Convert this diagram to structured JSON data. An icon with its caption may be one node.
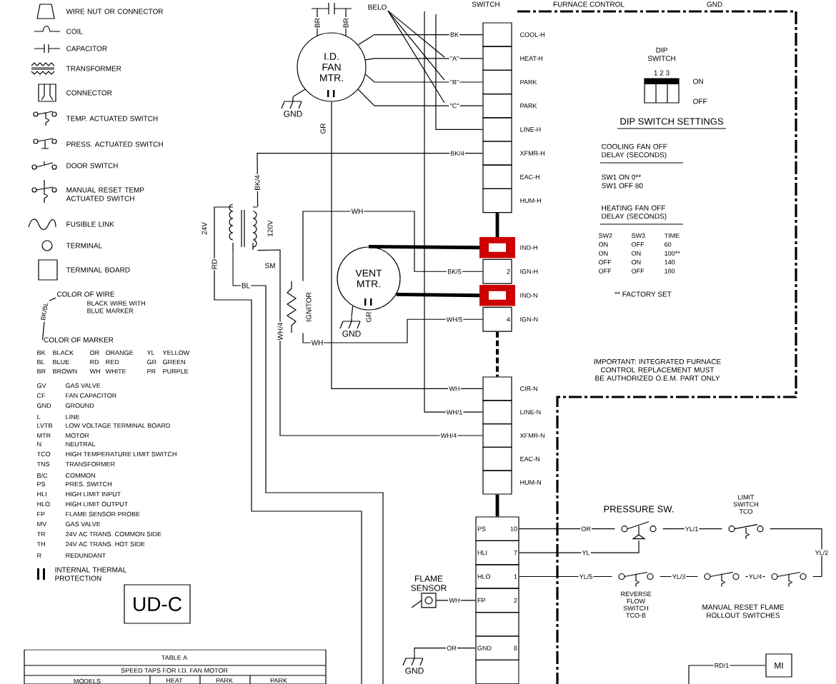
{
  "diagram": {
    "nodes": [
      {
        "text": [
          "I.D. FAN MTR."
        ],
        "beside": [
          "BR",
          "BR"
        ]
      },
      {
        "text": [],
        "shape": "box",
        "beside": [
          "COOL-H"
        ]
      },
      {
        "text": [],
        "shape": "box",
        "beside": [
          "HEAT-H"
        ]
      },
      {
        "text": [],
        "shape": "box",
        "beside": [
          "PARK"
        ]
      },
      {
        "text": [],
        "shape": "box",
        "beside": [
          "PARK"
        ]
      },
      {
        "text": [],
        "shape": "box",
        "beside": [
          "LINE-H"
        ]
      },
      {
        "text": [],
        "shape": "box",
        "beside": [
          "XFMR-H"
        ]
      },
      {
        "text": [],
        "shape": "box",
        "beside": [
          "EAC-H"
        ]
      },
      {
        "text": [],
        "shape": "box",
        "beside": [
          "HUM-H"
        ]
      },
      {
        "text": [],
        "shape": "box",
        "beside": [
          "IND-H"
        ]
      },
      {
        "text": [
          "2"
        ],
        "beside": [
          "IGN-H"
        ]
      },
      {
        "text": [],
        "shape": "box",
        "beside": [
          "IND-N"
        ]
      },
      {
        "text": [
          "4"
        ],
        "beside": [
          "IGN-N"
        ]
      },
      {
        "text": [],
        "shape": "box",
        "beside": [
          "CIR-N"
        ]
      },
      {
        "text": [],
        "shape": "box",
        "beside": [
          "LINE-N"
        ]
      },
      {
        "text": [],
        "shape": "box",
        "beside": [
          "XFMR-N"
        ]
      },
      {
        "text": [],
        "shape": "box",
        "beside": [
          "EAC-N"
        ]
      },
      {
        "text": [],
        "shape": "box",
        "beside": [
          "HUM-N"
        ]
      },
      {
        "text": [
          "PS",
          "10"
        ]
      },
      {
        "text": [
          "HLI",
          "7"
        ]
      },
      {
        "text": [
          "HLO",
          "1"
        ]
      },
      {
        "text": [
          "FP",
          "2"
        ]
      },
      {
        "text": [],
        "shape": "box"
      },
      {
        "text": [
          "GND",
          "8"
        ]
      },
      {
        "text": [],
        "shape": "box"
      },
      {
        "text": [
          "VENT MTR."
        ]
      },
      {
        "text": [
          "IGNITOR"
        ]
      },
      {
        "text": [],
        "shape": "coil"
      },
      {
        "text": [
          "FLAME SENSOR"
        ]
      },
      {
        "text": [
          "GND"
        ]
      },
      {
        "text": [
          "PRESSURE SW."
        ]
      },
      {
        "text": [
          "LIMIT SWITCH TCO"
        ]
      },
      {
        "text": [
          "REVERSE FLOW SWITCH TCO-B"
        ]
      },
      {
        "text": [],
        "shape": "switch"
      },
      {
        "text": [],
        "shape": "switch"
      },
      {
        "text": [
          "MI"
        ]
      },
      {
        "text": [
          "UD-C"
        ]
      },
      {
        "text": [
          "BELO"
        ]
      },
      {
        "text": [
          "GND"
        ]
      },
      {
        "text": [
          "GND"
        ]
      },
      {
        "text": [
          "COLOR OF WIRE"
        ]
      },
      {
        "text": [
          "COLOR OF MARKER"
        ]
      },
      {
        "text": [
          "BK/BL"
        ]
      }
    ],
    "edges": [
      {
        "from": 0,
        "to": 1,
        "arrow": "none",
        "label": "BK"
      },
      {
        "from": 0,
        "to": 2,
        "arrow": "none",
        "label": "\"A\""
      },
      {
        "from": 0,
        "to": 3,
        "arrow": "none",
        "label": "\"B\""
      },
      {
        "from": 0,
        "to": 4,
        "arrow": "none",
        "label": "\"C\""
      },
      {
        "from": null,
        "to": 5,
        "arrow": "none"
      },
      {
        "from": 27,
        "to": 6,
        "arrow": "none",
        "label": "BK/4"
      },
      {
        "from": 25,
        "to": 9,
        "arrow": "none",
        "style": "thick"
      },
      {
        "from": 26,
        "to": 10,
        "arrow": "none",
        "label": "BK/5"
      },
      {
        "from": 25,
        "to": 11,
        "arrow": "none",
        "style": "thick"
      },
      {
        "from": 26,
        "to": 12,
        "arrow": "none",
        "label": "WH/5"
      },
      {
        "from": 0,
        "to": 13,
        "arrow": "none",
        "label": "WH"
      },
      {
        "from": null,
        "to": 14,
        "arrow": "none",
        "label": "WH/1"
      },
      {
        "from": 27,
        "to": 15,
        "arrow": "none",
        "label": "WH/4"
      },
      {
        "from": 18,
        "to": 30,
        "arrow": "none",
        "label": "OR"
      },
      {
        "from": 19,
        "to": 30,
        "arrow": "none",
        "label": "YL"
      },
      {
        "from": 30,
        "to": 31,
        "arrow": "none",
        "label": "YL/1"
      },
      {
        "from": 31,
        "to": 34,
        "arrow": "none",
        "label": "YL/2"
      },
      {
        "from": 33,
        "to": 34,
        "arrow": "none",
        "label": "YL/4"
      },
      {
        "from": 32,
        "to": 33,
        "arrow": "none",
        "label": "YL/3"
      },
      {
        "from": 20,
        "to": 32,
        "arrow": "none",
        "label": "YL/5"
      },
      {
        "from": 28,
        "to": 21,
        "arrow": "none",
        "label": "WH"
      },
      {
        "from": 29,
        "to": 23,
        "arrow": "none",
        "label": "OR"
      },
      {
        "from": null,
        "to": 35,
        "arrow": "none",
        "label": "RD/1"
      },
      {
        "from": 0,
        "to": 38,
        "arrow": "none"
      },
      {
        "from": 25,
        "to": 39,
        "arrow": "none"
      },
      {
        "from": 37,
        "to": null,
        "arrow": "none"
      },
      {
        "from": 37,
        "to": null,
        "arrow": "none"
      },
      {
        "from": 37,
        "to": null,
        "arrow": "none"
      },
      {
        "from": 40,
        "to": 42,
        "arrow": "none"
      },
      {
        "from": 41,
        "to": 42,
        "arrow": "none"
      },
      {
        "from": 8,
        "to": 9,
        "arrow": "none",
        "style": "thick"
      },
      {
        "from": 12,
        "to": 13,
        "arrow": "none",
        "style": "dashed"
      },
      {
        "from": 17,
        "to": 18,
        "arrow": "none",
        "style": "thick"
      }
    ],
    "labels": [
      "GR",
      "BK/4",
      "WH",
      "24V",
      "120V",
      "RD",
      "SM",
      "BL",
      "GR",
      "WH/4",
      "WH",
      "SWITCH",
      "FURNACE CONTROL",
      "GND",
      "DIP SWITCH",
      "1 2 3",
      "ON",
      "OFF",
      "DIP SWITCH SETTINGS",
      "COOLING FAN OFF DELAY (SECONDS)",
      "SW1 ON 0**",
      "SW1 OFF 80",
      "HEATING FAN OFF DELAY (SECONDS)",
      "SW2",
      "SW3",
      "TIME",
      "ON",
      "OFF",
      "60",
      "ON",
      "ON",
      "100**",
      "OFF",
      "ON",
      "140",
      "OFF",
      "OFF",
      "180",
      "** FACTORY SET",
      "IMPORTANT: INTEGRATED FURNACE CONTROL REPLACEMENT MUST BE AUTHORIZED O.E.M. PART ONLY",
      "MANUAL RESET FLAME ROLLOUT SWITCHES",
      "BLACK WIRE WITH BLUE MARKER",
      "BK",
      "BLACK",
      "OR",
      "ORANGE",
      "YL",
      "YELLOW",
      "BL",
      "BLUE",
      "RD",
      "RED",
      "GR",
      "GREEN",
      "BR",
      "BROWN",
      "WH",
      "WHITE",
      "PR",
      "PURPLE",
      "GV",
      "GAS VALVE",
      "CF",
      "FAN CAPACITOR",
      "GND",
      "GROUND",
      "L",
      "LINE",
      "LVTB",
      "LOW VOLTAGE TERMINAL BOARD",
      "MTR",
      "MOTOR",
      "N",
      "NEUTRAL",
      "TCO",
      "HIGH TEMPERATURE LIMIT SWITCH",
      "TNS",
      "TRANSFORMER",
      "B/C",
      "COMMON",
      "PS",
      "PRES. SWITCH",
      "HLI",
      "HIGH LIMIT INPUT",
      "HLO",
      "HIGH LIMIT OUTPUT",
      "FP",
      "FLAME SENSOR PROBE",
      "MV",
      "GAS VALVE",
      "TR",
      "24V AC TRANS. COMMON SIDE",
      "TH",
      "24V AC TRANS. HOT SIDE",
      "R",
      "REDUNDANT",
      "TABLE A",
      "SPEED TAPS FOR I.D. FAN MOTOR",
      "MODELS",
      "HEAT",
      "PARK",
      "PARK"
    ],
    "legend": [
      {
        "text": "WIRE NUT OR CONNECTOR"
      },
      {
        "text": "COIL"
      },
      {
        "text": "CAPACITOR"
      },
      {
        "text": "TRANSFORMER"
      },
      {
        "text": "CONNECTOR"
      },
      {
        "text": "TEMP. ACTUATED SWITCH"
      },
      {
        "text": "PRESS. ACTUATED SWITCH"
      },
      {
        "text": "DOOR SWITCH"
      },
      {
        "text": "MANUAL RESET TEMP ACTUATED SWITCH"
      },
      {
        "text": "FUSIBLE LINK"
      },
      {
        "text": "TERMINAL"
      },
      {
        "text": "TERMINAL BOARD"
      },
      {
        "text": "INTERNAL THERMAL PROTECTION"
      }
    ]
  }
}
